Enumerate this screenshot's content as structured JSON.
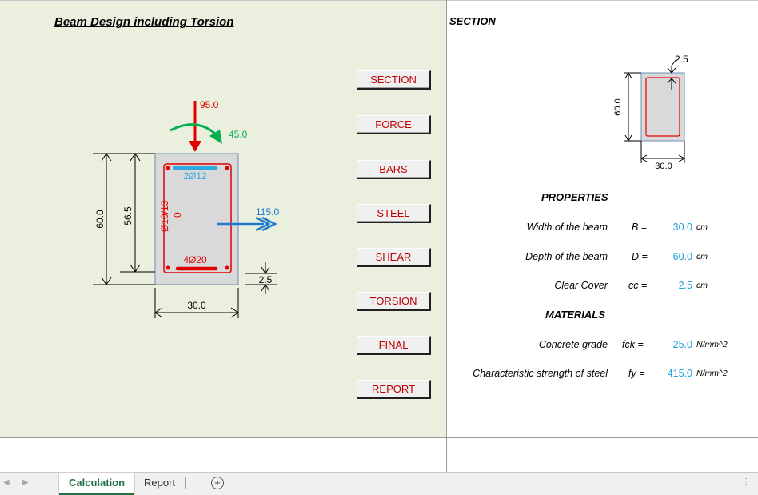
{
  "header": {
    "title": "Beam Design including Torsion",
    "section_title": "SECTION"
  },
  "buttons": [
    "SECTION",
    "FORCE",
    "BARS",
    "STEEL",
    "SHEAR",
    "TORSION",
    "FINAL",
    "REPORT"
  ],
  "diagram": {
    "dim_total_height": "60.0",
    "dim_effective": "56.5",
    "dim_width": "30.0",
    "dim_cover": "2.5",
    "top_bars": "2Ø12",
    "bottom_bars": "4Ø20",
    "stirrups": "Ø10/13",
    "stirrups_sub": "0",
    "axial_force": "95.0",
    "moment": "45.0",
    "shear_force": "115.0"
  },
  "mini_section": {
    "height": "60.0",
    "width": "30.0",
    "cover": "2.5"
  },
  "properties": {
    "heading": "PROPERTIES",
    "rows": [
      {
        "label": "Width of the beam",
        "symbol": "B =",
        "value": "30.0",
        "unit": "cm"
      },
      {
        "label": "Depth of the beam",
        "symbol": "D =",
        "value": "60.0",
        "unit": "cm"
      },
      {
        "label": "Clear Cover",
        "symbol": "cc =",
        "value": "2.5",
        "unit": "cm"
      }
    ]
  },
  "materials": {
    "heading": "MATERIALS",
    "rows": [
      {
        "label": "Concrete grade",
        "symbol": "fck =",
        "value": "25.0",
        "unit": "N/mm^2"
      },
      {
        "label": "Characteristic strength of steel",
        "symbol": "fy =",
        "value": "415.0",
        "unit": "N/mm^2"
      }
    ]
  },
  "tabs": {
    "active": "Calculation",
    "other": "Report",
    "add": "+"
  },
  "colors": {
    "panel": "#ebf0de",
    "value": "#1fa0d6",
    "rebar": "#e00000",
    "button_text": "#c00000",
    "tab_green": "#217346",
    "moment": "#00b050",
    "shear": "#1f78c8"
  }
}
